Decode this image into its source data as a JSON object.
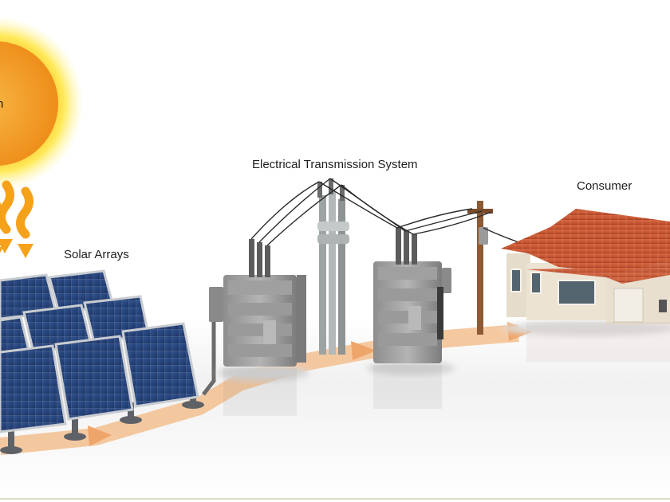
{
  "labels": {
    "sun": "n",
    "solar_arrays": "Solar Arrays",
    "transmission": "Electrical Transmission System",
    "consumer": "Consumer"
  },
  "colors": {
    "sun_core": "#f29a1f",
    "sun_glow": "#ffe84a",
    "flow_arrow": "#f0b77a",
    "panel_cell": "#243f73",
    "panel_frame": "#c9ccd0",
    "transformer": "#a3a3a3",
    "roof": "#cf5d39",
    "house_wall": "#ece3d3",
    "pole": "#8c5a34"
  }
}
